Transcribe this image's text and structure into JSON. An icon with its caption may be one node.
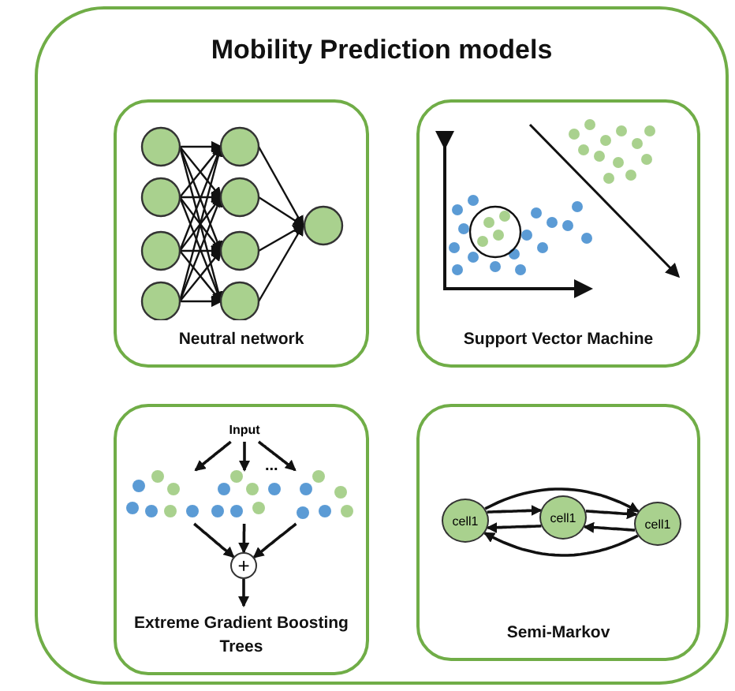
{
  "diagram": {
    "nodes": [
      {
        "text": [
          "Mobility Prediction models"
        ]
      },
      {
        "text": [
          "Neutral network"
        ],
        "in": 0
      },
      {
        "text": [
          "Support Vector Machine"
        ],
        "in": 0
      },
      {
        "text": [
          "Extreme Gradient Boosting Trees"
        ],
        "in": 0
      },
      {
        "text": [
          "Semi-Markov"
        ],
        "in": 0
      },
      {
        "text": [
          "Input"
        ],
        "in": 3
      },
      {
        "text": [],
        "shape": "picture",
        "in": 3
      },
      {
        "text": [],
        "shape": "picture",
        "in": 3
      },
      {
        "text": [],
        "shape": "picture",
        "in": 3
      },
      {
        "text": [
          "+"
        ],
        "in": 3
      },
      {
        "text": [
          "cell1"
        ],
        "in": 4
      },
      {
        "text": [
          "cell1"
        ],
        "in": 4
      },
      {
        "text": [
          "cell1"
        ],
        "in": 4
      }
    ],
    "edges": [
      {
        "from": 5,
        "to": 6,
        "arrow": "to"
      },
      {
        "from": 5,
        "to": 7,
        "arrow": "to"
      },
      {
        "from": 5,
        "to": 8,
        "arrow": "to"
      },
      {
        "from": 6,
        "to": 9,
        "arrow": "to"
      },
      {
        "from": 7,
        "to": 9,
        "arrow": "to"
      },
      {
        "from": 8,
        "to": 9,
        "arrow": "to"
      },
      {
        "from": 9,
        "to": null,
        "arrow": "to"
      },
      {
        "from": 10,
        "to": 11,
        "arrow": "to"
      },
      {
        "from": 11,
        "to": 12,
        "arrow": "to"
      },
      {
        "from": 12,
        "to": 11,
        "arrow": "to"
      },
      {
        "from": 11,
        "to": 10,
        "arrow": "to"
      },
      {
        "from": 10,
        "to": 12,
        "arrow": "to"
      },
      {
        "from": 12,
        "to": 10,
        "arrow": "to"
      }
    ],
    "labels": [
      "..."
    ]
  }
}
